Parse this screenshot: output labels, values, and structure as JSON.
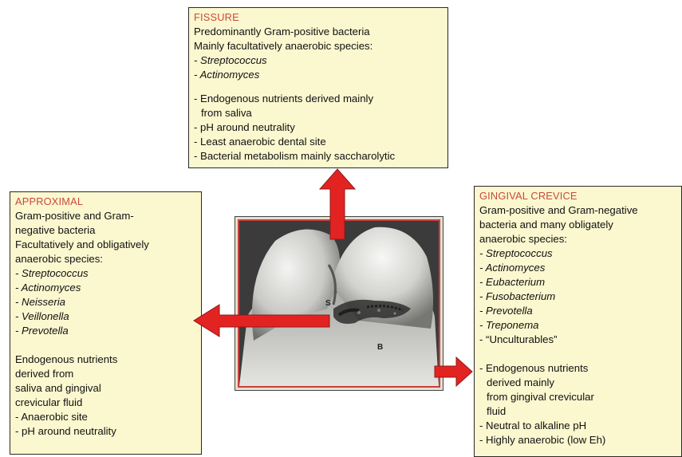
{
  "fissure": {
    "heading": "FISSURE",
    "lines": [
      "Predominantly Gram-positive bacteria",
      "Mainly facultatively anaerobic species:"
    ],
    "species": [
      "- Streptococcus",
      "- Actinomyces"
    ],
    "details": [
      "- Endogenous nutrients derived mainly",
      "from saliva",
      "- pH around neutrality",
      "- Least anaerobic dental site",
      "- Bacterial metabolism mainly saccharolytic"
    ]
  },
  "approximal": {
    "heading": "APPROXIMAL",
    "lines": [
      "Gram-positive and Gram-",
      "negative bacteria",
      "Facultatively and obligatively",
      "anaerobic species:"
    ],
    "species": [
      "- Streptococcus",
      "- Actinomyces",
      "- Neisseria",
      "- Veillonella",
      "- Prevotella"
    ],
    "details": [
      "Endogenous nutrients",
      "derived from",
      "saliva and gingival",
      "crevicular fluid",
      "- Anaerobic site",
      "- pH around neutrality"
    ]
  },
  "gingival": {
    "heading": "GINGIVAL CREVICE",
    "lines": [
      "Gram-positive and Gram-negative",
      "bacteria and many obligately",
      "anaerobic species:"
    ],
    "species": [
      "- Streptococcus",
      "- Actinomyces",
      "- Eubacterium",
      "- Fusobacterium",
      "- Prevotella",
      "- Treponema"
    ],
    "unculturables": "- “Unculturables”",
    "details": [
      "- Endogenous nutrients",
      "derived mainly",
      "from gingival crevicular",
      "fluid",
      "- Neutral to alkaline pH",
      "- Highly anaerobic (low Eh)"
    ]
  },
  "photo": {
    "label_s": "S",
    "label_b": "B"
  },
  "colors": {
    "box_fill": "#fbf7cf",
    "heading": "#c74b3f",
    "arrow": "#e32322",
    "frame": "#c8413c"
  }
}
